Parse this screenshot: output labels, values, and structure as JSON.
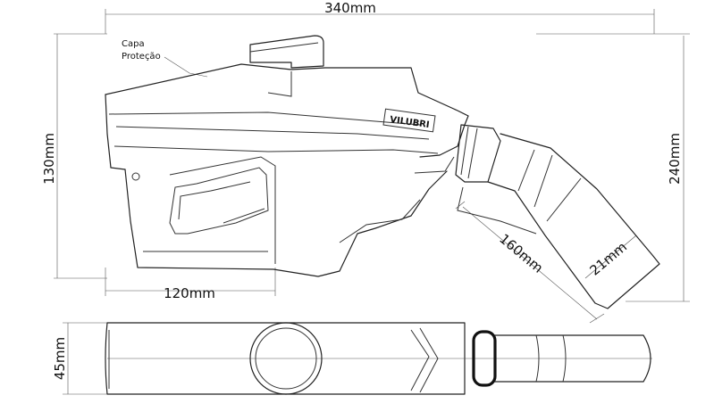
{
  "dimensions": {
    "overall_width": "340mm",
    "overall_height": "130mm",
    "total_height": "240mm",
    "handle_width": "120mm",
    "spout_length": "160mm",
    "spout_diameter": "21mm",
    "body_thickness": "45mm"
  },
  "annotations": {
    "cap_line1": "Capa",
    "cap_line2": "Proteção"
  },
  "brand": "VILUBRI",
  "colors": {
    "line": "#222222",
    "background": "#ffffff"
  }
}
